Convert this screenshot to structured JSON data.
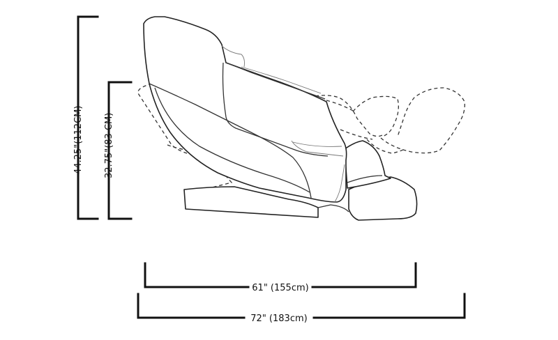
{
  "dimensions": {
    "height_full": "44.25\"(112CM)",
    "height_seat": "32.75\"(83 CM)",
    "length_upright": "61\" (155cm)",
    "length_reclined": "72\" (183cm)"
  }
}
